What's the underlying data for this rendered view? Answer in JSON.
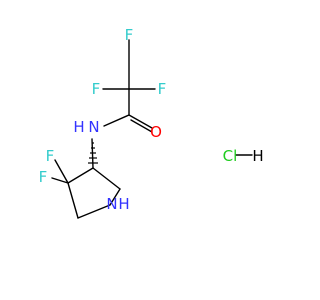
{
  "molecule": {
    "atoms": {
      "F_top": "F",
      "F_left": "F",
      "F_right": "F",
      "N_amide": "N",
      "H_amide": "H",
      "O": "O",
      "F_ring1": "F",
      "F_ring2": "F",
      "N_ring": "N",
      "H_ring": "H"
    },
    "salt": {
      "cl": "Cl",
      "h": "H"
    }
  },
  "colors": {
    "fluorine": "#33cccc",
    "nitrogen": "#3333ff",
    "oxygen": "#ff0000",
    "chlorine": "#1fcc1f",
    "bond": "#000000"
  }
}
